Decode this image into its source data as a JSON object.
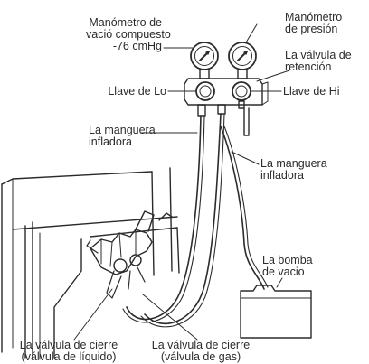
{
  "labels": {
    "compound_gauge": [
      "Manómetro de",
      "vació compuesto",
      "-76 cmHg"
    ],
    "pressure_gauge": [
      "Manómetro",
      "de presión"
    ],
    "check_valve": [
      "La válvula de",
      "retención"
    ],
    "lo_valve": "Llave de Lo",
    "hi_valve": "Llave de Hi",
    "charging_hose_left": [
      "La manguera",
      "infladora"
    ],
    "charging_hose_right": [
      "La manguera",
      "infladora"
    ],
    "vacuum_pump": [
      "La bomba",
      "de vacio"
    ],
    "liquid_valve": [
      "La válvula de cierre",
      "(válvula de líquido)"
    ],
    "gas_valve": [
      "La válvula de cierre",
      "(válvula de gas)"
    ]
  }
}
